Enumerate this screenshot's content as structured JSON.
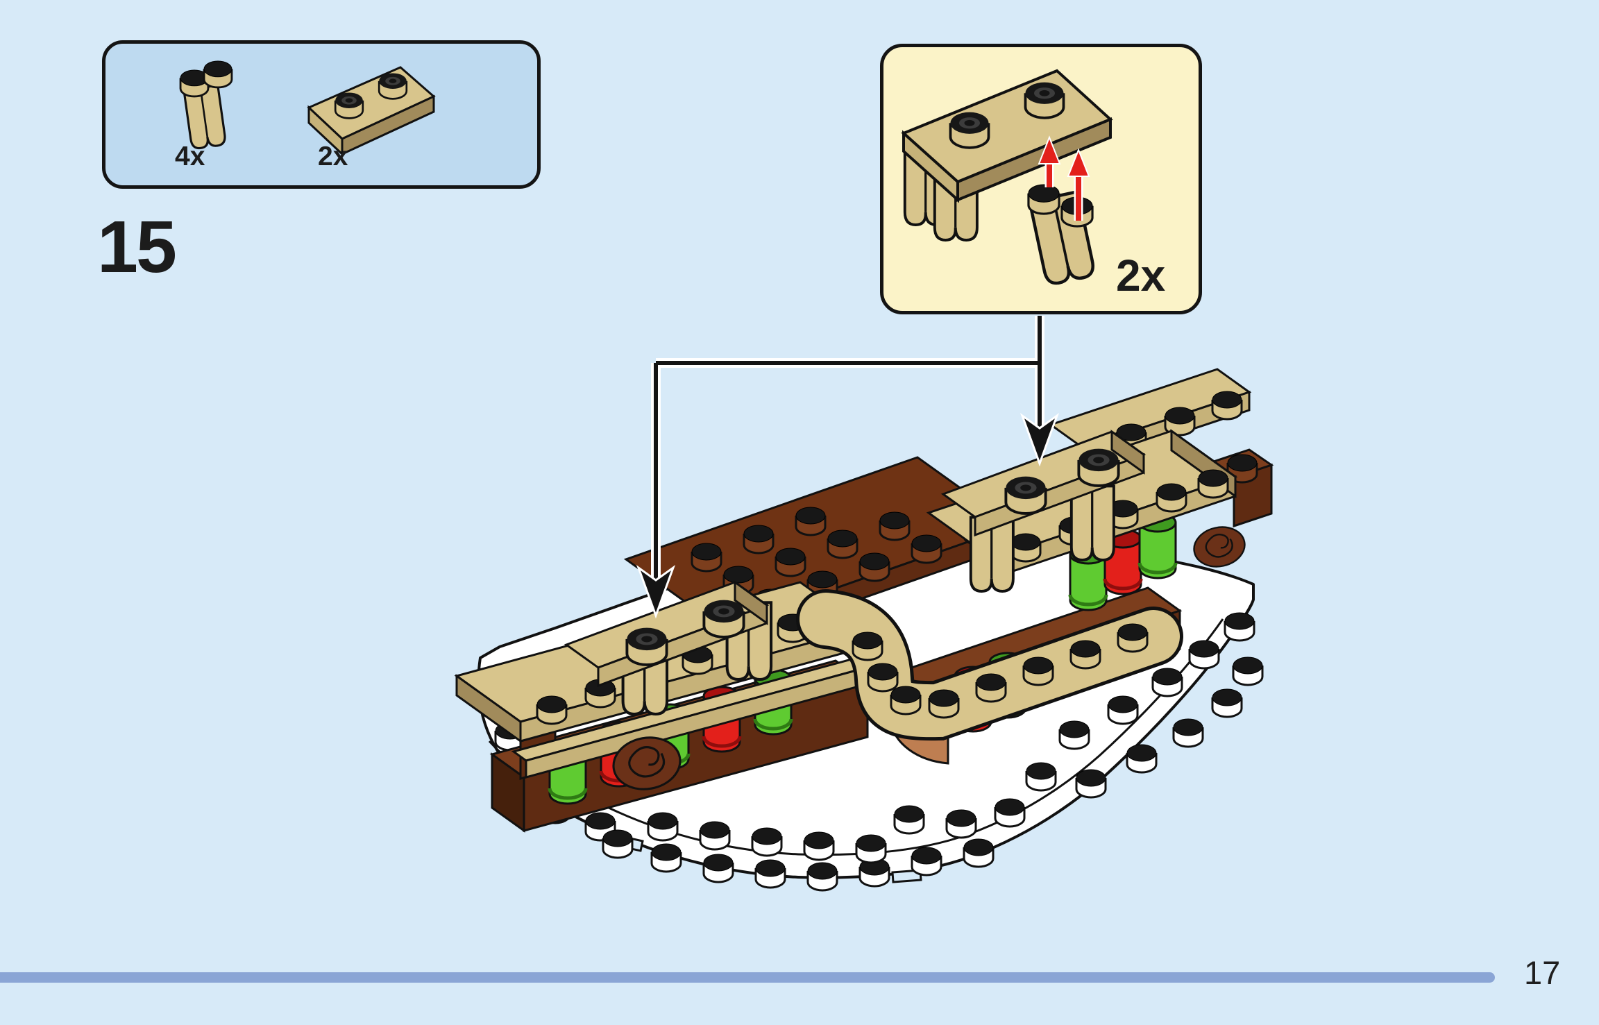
{
  "page": {
    "background_color": "#D7EAF8",
    "page_number": "17"
  },
  "progress_bar": {
    "color": "#8AA5D5"
  },
  "step": {
    "number": "15"
  },
  "parts_box": {
    "background_color": "#BEDAF0",
    "parts": [
      {
        "part": "brick-1x2-palisade-tan",
        "count": "4x"
      },
      {
        "part": "plate-1x2-tan",
        "count": "2x"
      }
    ]
  },
  "callout": {
    "background_color": "#FBF3C8",
    "count": "2x",
    "shows": "1x2 tan plate being attached on top of 1x2 palisade log bricks",
    "arrow_color": "#E3201B"
  },
  "model": {
    "description": "Gingerbread house base: white snow baseplate with studs, reddish-brown walls topped with tan icing plates, rows of green and red candy pieces, brown swirl candies; two tan plate-on-palisade assemblies being placed where the black arrows point.",
    "colors": {
      "tan": "#D8C58C",
      "tan_shade": "#C6B279",
      "tan_dark": "#A18B5B",
      "brown": "#7C3E1D",
      "brown_dark": "#5F2B12",
      "nougat": "#BE7E51",
      "candy_red": "#E3201B",
      "candy_green": "#5FCB31",
      "snow": "#FFFFFF",
      "outline": "#111111"
    }
  }
}
